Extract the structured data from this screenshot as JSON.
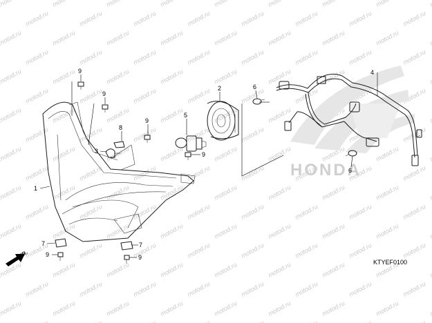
{
  "diagram": {
    "code": "KTYEF0100",
    "brand_watermark": "HONDA",
    "watermark_text": "motod.ru",
    "direction_label": "FR.",
    "callouts": {
      "housing": "1",
      "lamp_unit": "2",
      "bolt_3": "3",
      "harness": "4",
      "bulb": "5",
      "socket_bulb_a": "6",
      "socket_bulb_b": "6",
      "nut_left": "7",
      "nut_right": "7",
      "grommet": "8",
      "screw_top": "9",
      "screw_upper": "9",
      "screw_mid": "9",
      "screw_side": "9",
      "screw_bottom_left": "9",
      "screw_bottom_right": "9"
    }
  }
}
